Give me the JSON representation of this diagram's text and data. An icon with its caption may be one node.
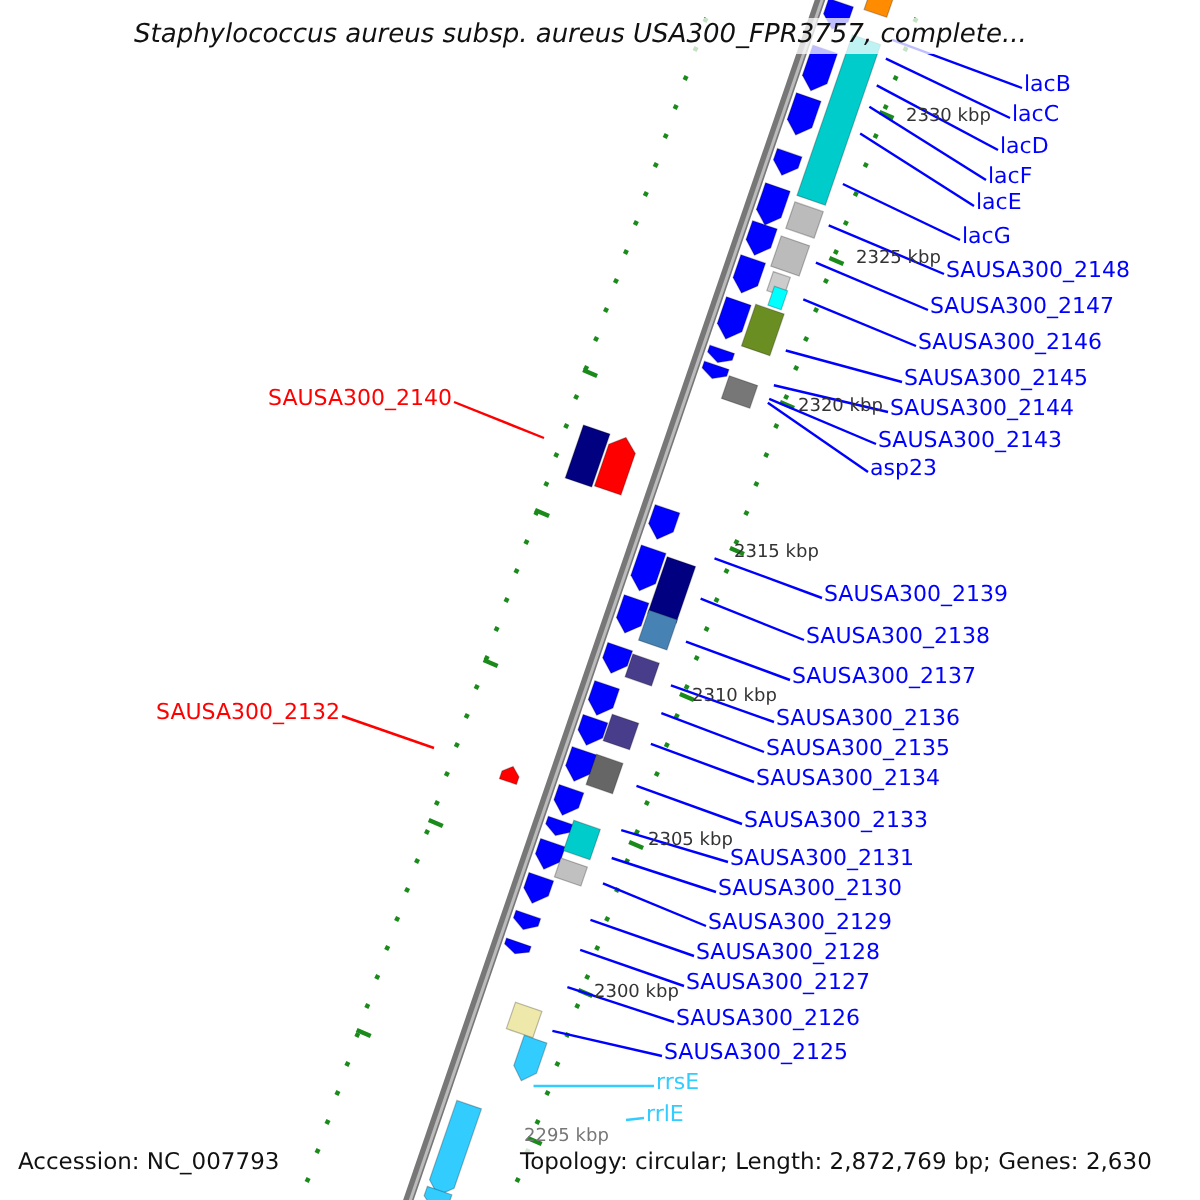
{
  "diagram": {
    "title": "Staphylococcus aureus subsp. aureus USA300_FPR3757, complete...",
    "nodes": [
      {
        "text": [
          "lacB"
        ]
      },
      {
        "text": [
          "lacC"
        ]
      },
      {
        "text": [
          "lacD"
        ]
      },
      {
        "text": [
          "lacF"
        ]
      },
      {
        "text": [
          "lacE"
        ]
      },
      {
        "text": [
          "lacG"
        ]
      },
      {
        "text": [
          "SAUSA300_2148"
        ]
      },
      {
        "text": [
          "SAUSA300_2147"
        ]
      },
      {
        "text": [
          "SAUSA300_2146"
        ]
      },
      {
        "text": [
          "SAUSA300_2145"
        ]
      },
      {
        "text": [
          "SAUSA300_2144"
        ]
      },
      {
        "text": [
          "SAUSA300_2143"
        ]
      },
      {
        "text": [
          "asp23"
        ]
      },
      {
        "text": [
          "SAUSA300_2140"
        ]
      },
      {
        "text": [
          "SAUSA300_2139"
        ]
      },
      {
        "text": [
          "SAUSA300_2138"
        ]
      },
      {
        "text": [
          "SAUSA300_2137"
        ]
      },
      {
        "text": [
          "SAUSA300_2136"
        ]
      },
      {
        "text": [
          "SAUSA300_2135"
        ]
      },
      {
        "text": [
          "SAUSA300_2132"
        ]
      },
      {
        "text": [
          "SAUSA300_2134"
        ]
      },
      {
        "text": [
          "SAUSA300_2133"
        ]
      },
      {
        "text": [
          "SAUSA300_2131"
        ]
      },
      {
        "text": [
          "SAUSA300_2130"
        ]
      },
      {
        "text": [
          "SAUSA300_2129"
        ]
      },
      {
        "text": [
          "SAUSA300_2128"
        ]
      },
      {
        "text": [
          "SAUSA300_2127"
        ]
      },
      {
        "text": [
          "SAUSA300_2126"
        ]
      },
      {
        "text": [
          "SAUSA300_2125"
        ]
      },
      {
        "text": [
          "rrsE"
        ]
      },
      {
        "text": [
          "rrlE"
        ]
      }
    ],
    "edges": [
      {
        "from": 0,
        "to": null,
        "arrow": "none"
      },
      {
        "from": 1,
        "to": null,
        "arrow": "none"
      },
      {
        "from": 2,
        "to": null,
        "arrow": "none"
      },
      {
        "from": 3,
        "to": null,
        "arrow": "none"
      },
      {
        "from": 4,
        "to": null,
        "arrow": "none"
      },
      {
        "from": 5,
        "to": null,
        "arrow": "none"
      },
      {
        "from": 6,
        "to": null,
        "arrow": "none"
      },
      {
        "from": 7,
        "to": null,
        "arrow": "none"
      },
      {
        "from": 8,
        "to": null,
        "arrow": "none"
      },
      {
        "from": 9,
        "to": null,
        "arrow": "none"
      },
      {
        "from": 10,
        "to": null,
        "arrow": "none"
      },
      {
        "from": 11,
        "to": null,
        "arrow": "none"
      },
      {
        "from": 12,
        "to": null,
        "arrow": "none"
      },
      {
        "from": 13,
        "to": null,
        "arrow": "none",
        "color": "#ff0000"
      },
      {
        "from": 14,
        "to": null,
        "arrow": "none"
      },
      {
        "from": 15,
        "to": null,
        "arrow": "none"
      },
      {
        "from": 16,
        "to": null,
        "arrow": "none"
      },
      {
        "from": 17,
        "to": null,
        "arrow": "none"
      },
      {
        "from": 18,
        "to": null,
        "arrow": "none"
      },
      {
        "from": 19,
        "to": null,
        "arrow": "none",
        "color": "#ff0000"
      },
      {
        "from": 20,
        "to": null,
        "arrow": "none"
      },
      {
        "from": 21,
        "to": null,
        "arrow": "none"
      },
      {
        "from": 22,
        "to": null,
        "arrow": "none"
      },
      {
        "from": 23,
        "to": null,
        "arrow": "none"
      },
      {
        "from": 24,
        "to": null,
        "arrow": "none"
      },
      {
        "from": 25,
        "to": null,
        "arrow": "none"
      },
      {
        "from": 26,
        "to": null,
        "arrow": "none"
      },
      {
        "from": 27,
        "to": null,
        "arrow": "none"
      },
      {
        "from": 28,
        "to": null,
        "arrow": "none"
      },
      {
        "from": 29,
        "to": null,
        "arrow": "none",
        "color": "#33ccff"
      },
      {
        "from": 30,
        "to": null,
        "arrow": "none",
        "color": "#33ccff"
      }
    ],
    "labels": [
      "2330 kbp",
      "2325 kbp",
      "2320 kbp",
      "2315 kbp",
      "2310 kbp",
      "2305 kbp",
      "2300 kbp",
      "2295 kbp",
      "Accession: NC_007793",
      "Topology: circular; Length: 2,872,769 bp; Genes: 2,630"
    ]
  }
}
